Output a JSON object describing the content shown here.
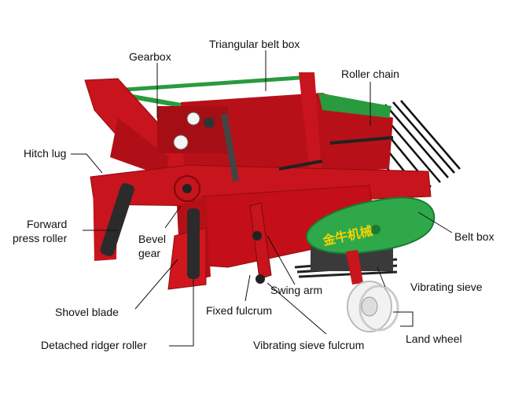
{
  "labels": {
    "triangular_belt_box": "Triangular belt box",
    "gearbox": "Gearbox",
    "roller_chain": "Roller chain",
    "hitch_lug": "Hitch lug",
    "forward_press_roller_line1": "Forward",
    "forward_press_roller_line2": "press roller",
    "bevel_gear_line1": "Bevel",
    "bevel_gear_line2": "gear",
    "belt_box": "Belt box",
    "swing_arm": "Swing arm",
    "vibrating_sieve": "Vibrating sieve",
    "shovel_blade": "Shovel blade",
    "fixed_fulcrum": "Fixed fulcrum",
    "land_wheel": "Land wheel",
    "detached_ridger_roller": "Detached ridger roller",
    "vibrating_sieve_fulcrum": "Vibrating sieve fulcrum"
  },
  "machine": {
    "brand_text": "金牛机械",
    "frame_color": "#c8141c",
    "cover_color": "#2fa84a",
    "wheel_color": "#f2f2f2"
  }
}
